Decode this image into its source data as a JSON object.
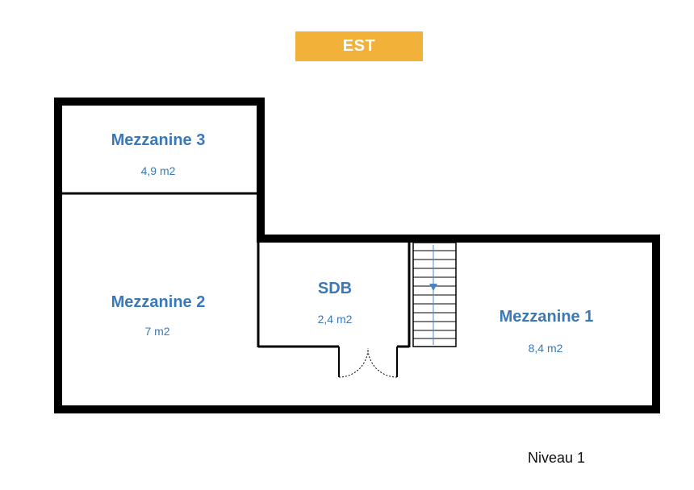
{
  "orientation": {
    "label": "EST",
    "color": "#f2b23a"
  },
  "rooms": [
    {
      "name": "Mezzanine 3",
      "area": "4,9 m2"
    },
    {
      "name": "Mezzanine 2",
      "area": "7 m2"
    },
    {
      "name": "SDB",
      "area": "2,4 m2"
    },
    {
      "name": "Mezzanine 1",
      "area": "8,4 m2"
    }
  ],
  "level_label": "Niveau 1",
  "colors": {
    "walls": "#000000",
    "room_text": "#3b78b6",
    "stairs": "#4a86c5"
  }
}
